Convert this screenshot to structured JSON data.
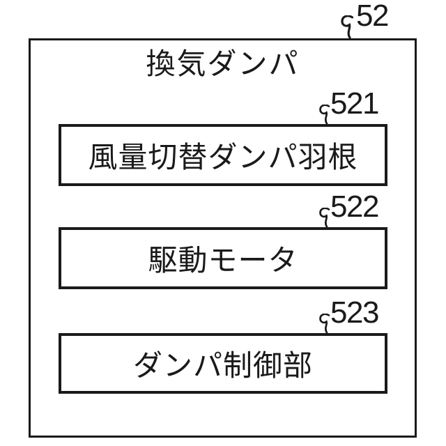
{
  "figure": {
    "outer_box": {
      "label": "換気ダンパ",
      "ref": "52"
    },
    "inner_boxes": [
      {
        "label": "風量切替ダンパ羽根",
        "ref": "521"
      },
      {
        "label": "駆動モータ",
        "ref": "522"
      },
      {
        "label": "ダンパ制御部",
        "ref": "523"
      }
    ],
    "colors": {
      "line": "#1a1a1a",
      "background": "#ffffff"
    }
  }
}
